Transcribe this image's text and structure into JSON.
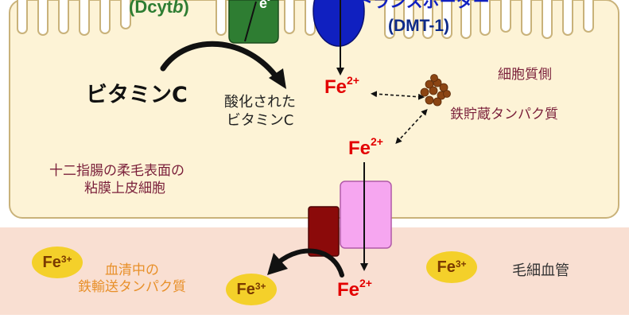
{
  "labels": {
    "dcytb": "(Dcyt",
    "dcytb_italic": "b",
    "dcytb_close": ")",
    "electron": "e",
    "electron_sup": "-",
    "transporter": "トランスポーター",
    "dmt1": "(DMT-1)",
    "cytoplasm_side": "細胞質側",
    "vitamin_c": "ビタミンC",
    "oxidized_line1": "酸化された",
    "oxidized_line2": "ビタミンC",
    "iron_storage": "鉄貯蔵タンパク質",
    "epithelium_line1": "十二指腸の柔毛表面の",
    "epithelium_line2": "粘膜上皮細胞",
    "serum_line1": "血清中の",
    "serum_line2": "鉄輸送タンパク質",
    "capillary": "毛細血管",
    "fe": "Fe",
    "fe2_charge": "2+",
    "fe3_charge": "3+"
  },
  "colors": {
    "cell_fill": "#fdf3d6",
    "cell_border": "#c9b27a",
    "blood_fill": "#f9dfd2",
    "dcytb_green": "#2e7d32",
    "dmt1_blue": "#1020c0",
    "fe2_red": "#e30000",
    "fe3_yellow": "#f4d02a",
    "ferritin_brown": "#8b4513",
    "ferroportin_pink": "#f6a6f0",
    "hephaestin_darkred": "#8b0a0a"
  }
}
